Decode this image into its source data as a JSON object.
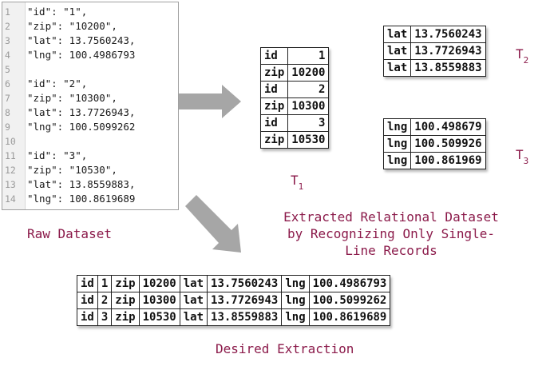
{
  "raw_dataset": {
    "caption": "Raw Dataset",
    "lines": [
      {
        "n": "1",
        "text": "\"id\": \"1\","
      },
      {
        "n": "2",
        "text": "\"zip\": \"10200\","
      },
      {
        "n": "3",
        "text": "\"lat\": 13.7560243,"
      },
      {
        "n": "4",
        "text": "\"lng\": 100.4986793"
      },
      {
        "n": "5",
        "text": ""
      },
      {
        "n": "6",
        "text": "\"id\": \"2\","
      },
      {
        "n": "7",
        "text": "\"zip\": \"10300\","
      },
      {
        "n": "8",
        "text": "\"lat\": 13.7726943,"
      },
      {
        "n": "9",
        "text": "\"lng\": 100.5099262"
      },
      {
        "n": "10",
        "text": ""
      },
      {
        "n": "11",
        "text": "\"id\": \"3\","
      },
      {
        "n": "12",
        "text": "\"zip\": \"10530\","
      },
      {
        "n": "13",
        "text": "\"lat\": 13.8559883,"
      },
      {
        "n": "14",
        "text": "\"lng\": 100.8619689"
      }
    ]
  },
  "t1": {
    "name": "T",
    "sub": "1",
    "rows": [
      [
        "id",
        "1"
      ],
      [
        "zip",
        "10200"
      ],
      [
        "id",
        "2"
      ],
      [
        "zip",
        "10300"
      ],
      [
        "id",
        "3"
      ],
      [
        "zip",
        "10530"
      ]
    ]
  },
  "t2": {
    "name": "T",
    "sub": "2",
    "rows": [
      [
        "lat",
        "13.7560243"
      ],
      [
        "lat",
        "13.7726943"
      ],
      [
        "lat",
        "13.8559883"
      ]
    ]
  },
  "t3": {
    "name": "T",
    "sub": "3",
    "rows": [
      [
        "lng",
        "100.498679"
      ],
      [
        "lng",
        "100.509926"
      ],
      [
        "lng",
        "100.861969"
      ]
    ]
  },
  "extracted_caption": "Extracted Relational Dataset\nby Recognizing Only Single-\nLine Records",
  "desired": {
    "caption": "Desired Extraction",
    "rows": [
      [
        "id",
        "1",
        "zip",
        "10200",
        "lat",
        "13.7560243",
        "lng",
        "100.4986793"
      ],
      [
        "id",
        "2",
        "zip",
        "10300",
        "lat",
        "13.7726943",
        "lng",
        "100.5099262"
      ],
      [
        "id",
        "3",
        "zip",
        "10530",
        "lat",
        "13.8559883",
        "lng",
        "100.8619689"
      ]
    ]
  },
  "colors": {
    "caption": "#8b1a4a",
    "arrow": "#a6a6a6",
    "line_number": "#9a9a9a"
  }
}
